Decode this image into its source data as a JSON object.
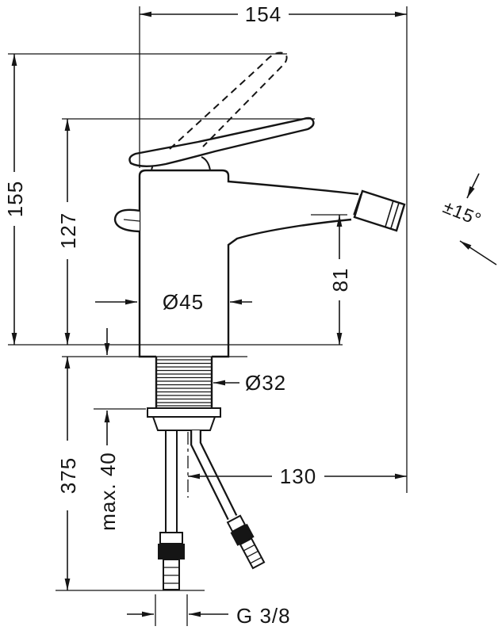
{
  "page": {
    "background": "#ffffff",
    "line_color": "#151515"
  },
  "drawing": {
    "type": "technical dimension drawing",
    "dimensions": {
      "overall_width": "154",
      "overall_height": "155",
      "body_height": "127",
      "body_diameter": "Ø45",
      "spout_height": "81",
      "spray_angle": "±15°",
      "shank_diameter": "Ø32",
      "below_deck_length": "375",
      "max_deck_thickness": "max. 40",
      "hose_offset": "130",
      "connection_thread": "G 3/8"
    }
  }
}
